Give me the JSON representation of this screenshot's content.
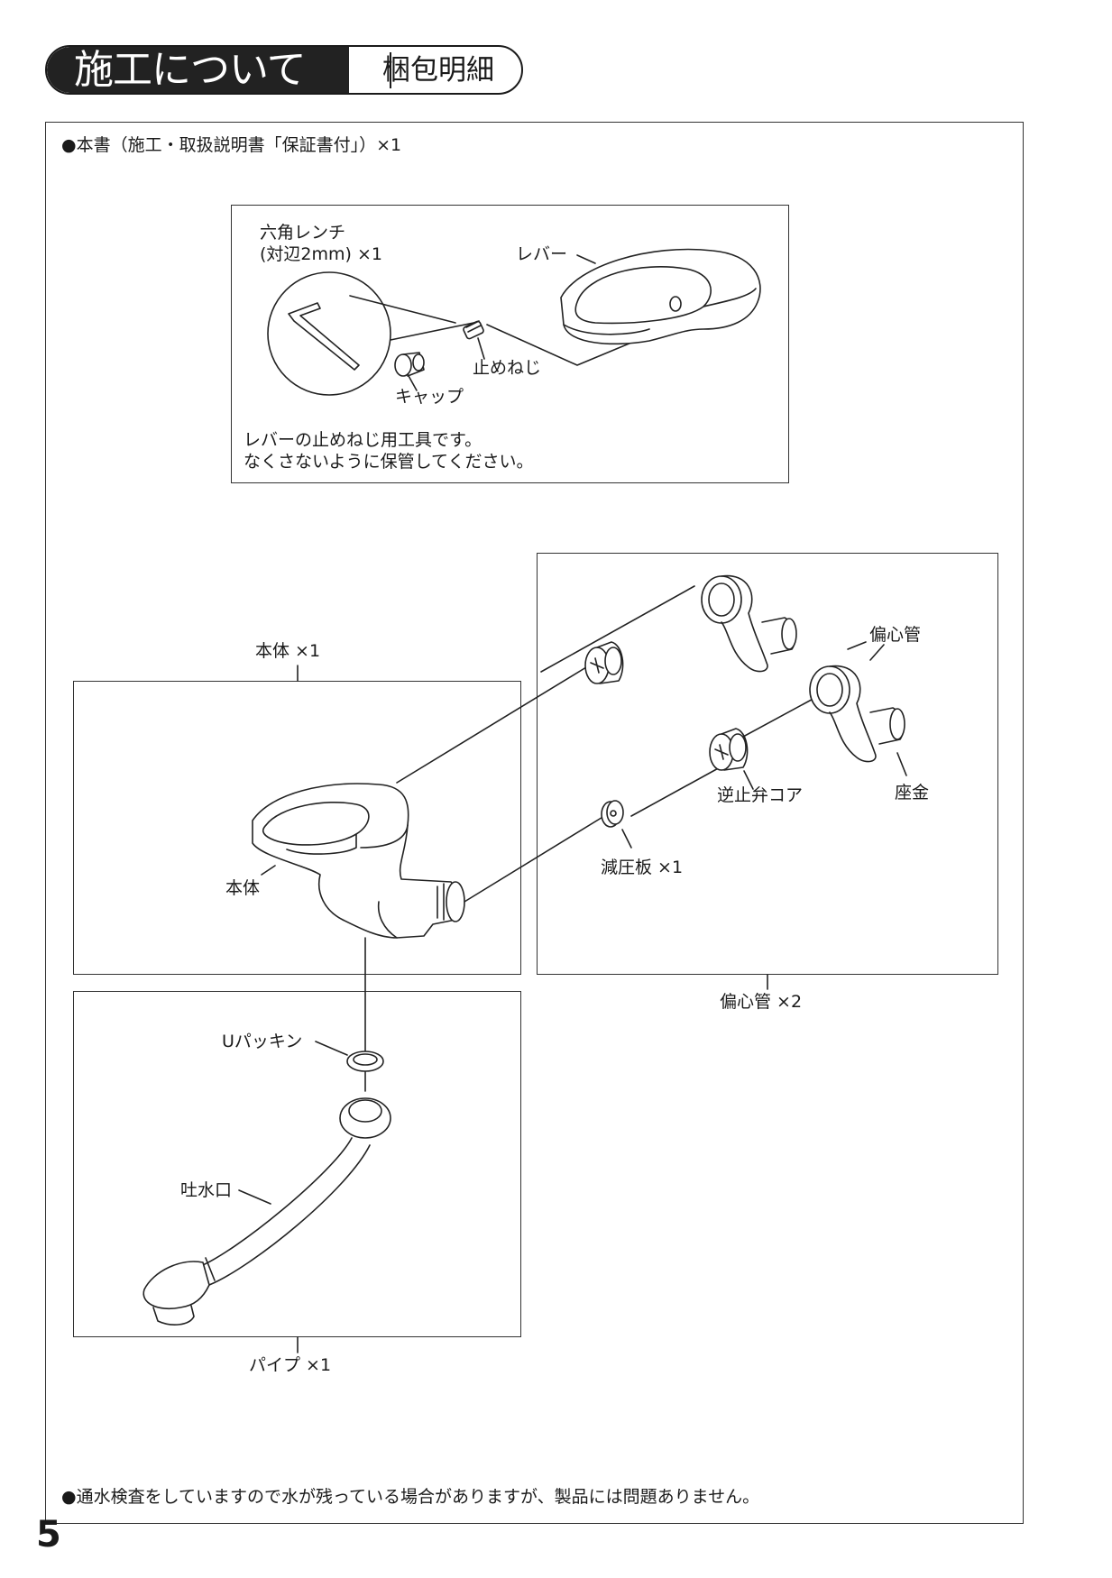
{
  "header": {
    "title": "施工について",
    "subtitle": "梱包明細"
  },
  "notes": {
    "top": "●本書（施工・取扱説明書「保証書付」）×1",
    "bottom": "●通水検査をしていますので水が残っている場合がありますが、製品には問題ありません。"
  },
  "lever_box": {
    "wrench_label_1": "六角レンチ",
    "wrench_label_2": "(対辺2mm) ×1",
    "lever": "レバー",
    "set_screw": "止めねじ",
    "cap": "キャップ",
    "note_1": "レバーの止めねじ用工具です。",
    "note_2": "なくさないように保管してください。"
  },
  "body_box": {
    "caption": "本体 ×1",
    "body": "本体"
  },
  "eccentric_box": {
    "eccentric_pipe": "偏心管",
    "check_valve_core": "逆止弁コア",
    "washer": "座金",
    "pressure_plate": "減圧板 ×1",
    "caption": "偏心管 ×2"
  },
  "pipe_box": {
    "u_packing": "Uパッキン",
    "spout": "吐水口",
    "caption": "パイプ ×1"
  },
  "page_number": "5"
}
